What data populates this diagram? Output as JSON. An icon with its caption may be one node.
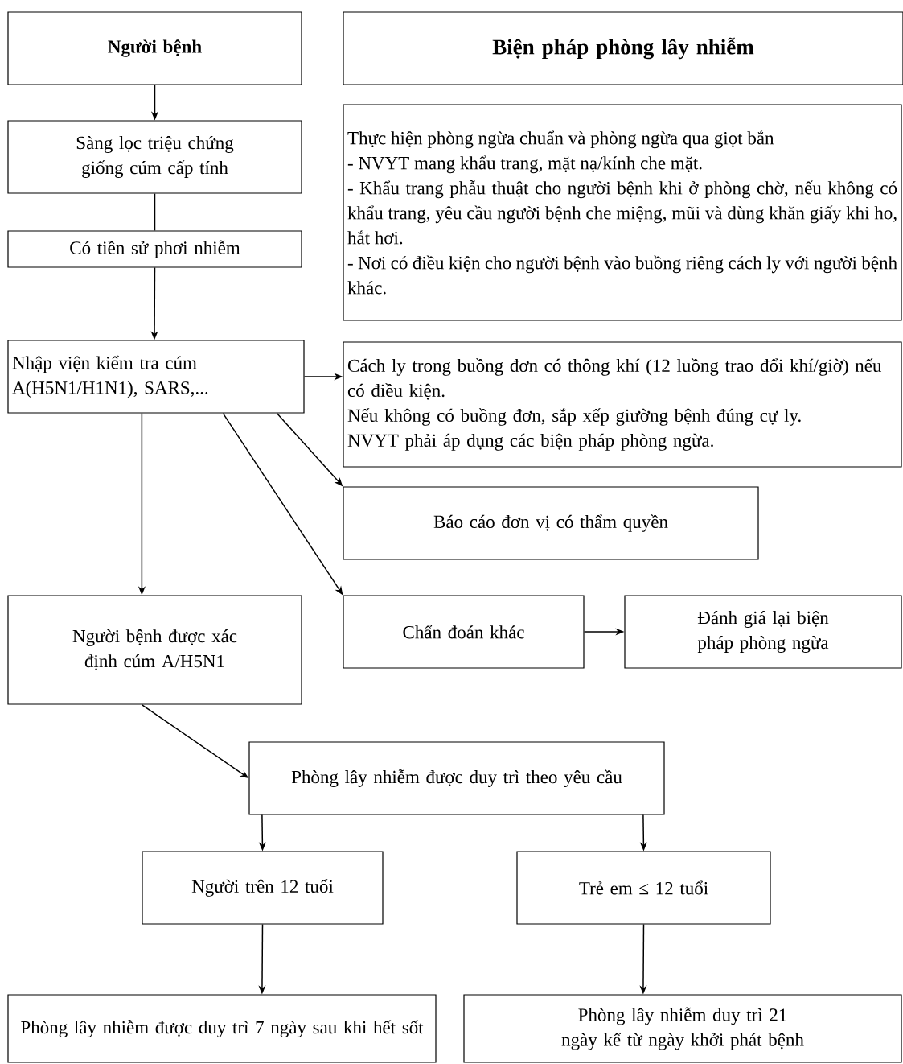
{
  "diagram": {
    "nodes": [
      {
        "text": [
          "Người bệnh"
        ]
      },
      {
        "text": [
          "Biện pháp phòng lây nhiễm"
        ]
      },
      {
        "text": [
          "Sàng lọc triệu chứng giống cúm cấp tính"
        ]
      },
      {
        "text": [
          "Có tiền sử phơi nhiễm"
        ]
      },
      {
        "text": [
          "Thực hiện phòng ngừa chuẩn và phòng ngừa qua giọt bắn",
          "- NVYT mang khẩu trang, mặt nạ/kính che mặt.",
          "- Khẩu trang phẫu thuật cho người bệnh khi ở phòng chờ, nếu không có khẩu trang, yêu cầu người bệnh che miệng, mũi và dùng khăn giấy khi ho, hắt hơi.",
          "- Nơi có điều kiện cho người bệnh vào buồng riêng cách ly với người bệnh khác."
        ]
      },
      {
        "text": [
          "Nhập viện kiểm tra cúm A(H5N1/H1N1), SARS,..."
        ]
      },
      {
        "text": [
          "Cách ly trong buồng đơn có thông khí (12 luồng trao đổi khí/giờ) nếu có điều kiện.",
          "Nếu không có buồng đơn, sắp xếp giường bệnh đúng cự ly.",
          "NVYT phải áp dụng các biện pháp phòng ngừa."
        ]
      },
      {
        "text": [
          "Báo cáo đơn vị có thẩm quyền"
        ]
      },
      {
        "text": [
          "Người bệnh được xác định cúm A/H5N1"
        ]
      },
      {
        "text": [
          "Chẩn đoán khác"
        ]
      },
      {
        "text": [
          "Đánh giá lại biện pháp phòng ngừa"
        ]
      },
      {
        "text": [
          "Phòng lây nhiễm được duy trì theo yêu cầu"
        ]
      },
      {
        "text": [
          "Người trên 12 tuổi"
        ]
      },
      {
        "text": [
          "Trẻ em ≤ 12 tuổi"
        ]
      },
      {
        "text": [
          "Phòng lây nhiễm được duy trì 7 ngày sau khi hết sốt"
        ]
      },
      {
        "text": [
          "Phòng lây nhiễm duy trì 21 ngày kể từ ngày khởi phát bệnh"
        ]
      }
    ],
    "edges": [
      {
        "from": 0,
        "to": 2,
        "arrow": "to"
      },
      {
        "from": 2,
        "to": 3,
        "arrow": "none"
      },
      {
        "from": 3,
        "to": 5,
        "arrow": "to"
      },
      {
        "from": 5,
        "to": 6,
        "arrow": "to"
      },
      {
        "from": 5,
        "to": 7,
        "arrow": "to"
      },
      {
        "from": 5,
        "to": 9,
        "arrow": "to"
      },
      {
        "from": 5,
        "to": 8,
        "arrow": "to"
      },
      {
        "from": 9,
        "to": 10,
        "arrow": "to"
      },
      {
        "from": 8,
        "to": 11,
        "arrow": "to"
      },
      {
        "from": 11,
        "to": 12,
        "arrow": "to"
      },
      {
        "from": 11,
        "to": 13,
        "arrow": "to"
      },
      {
        "from": 12,
        "to": 14,
        "arrow": "to"
      },
      {
        "from": 13,
        "to": 15,
        "arrow": "to"
      }
    ]
  }
}
